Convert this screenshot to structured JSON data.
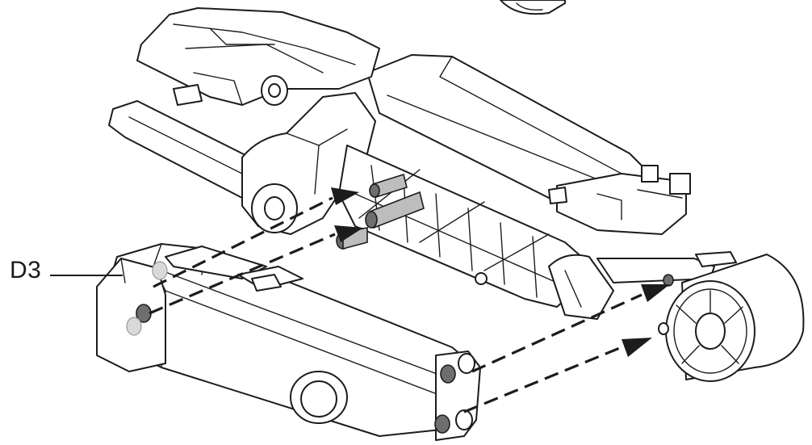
{
  "diagram": {
    "callout_label": "D3",
    "parts": [
      {
        "name": "upper-frame-assembly"
      },
      {
        "name": "lower-frame-arm"
      },
      {
        "name": "wheel-drum"
      },
      {
        "name": "pivot-rod"
      }
    ],
    "assembly_arrows": 4
  }
}
